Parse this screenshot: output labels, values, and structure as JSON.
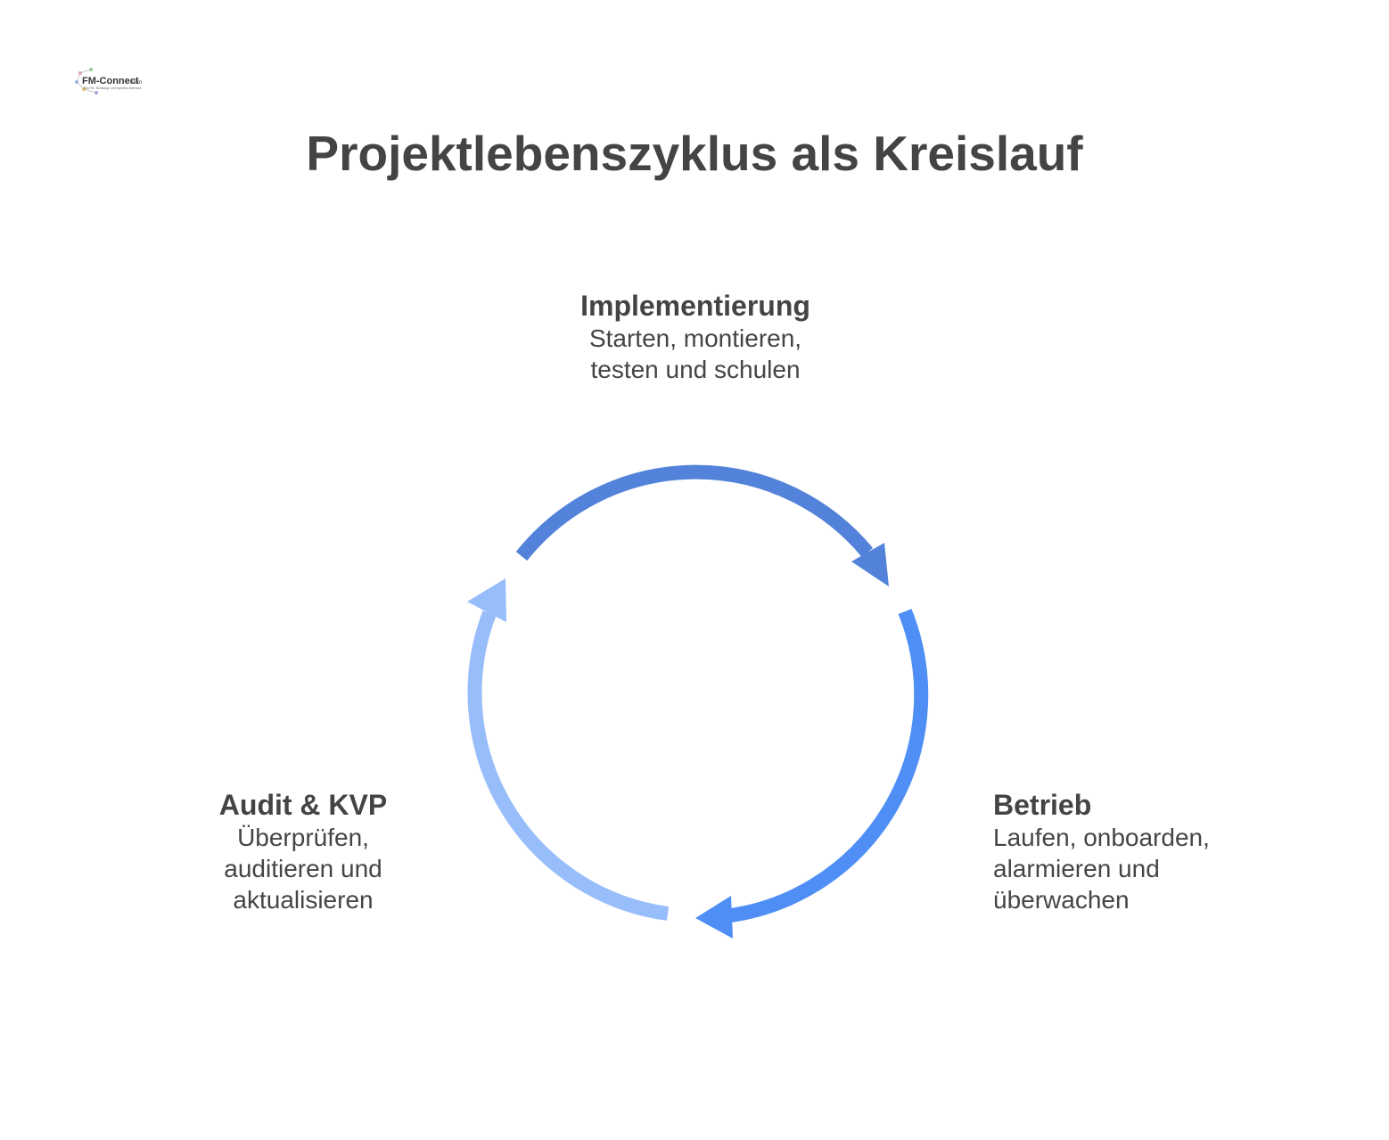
{
  "logo": {
    "text": "FM-Connect.com",
    "tagline": "Das FM-, Beratungs- und Ingenieur-Netzwerk"
  },
  "title": "Projektlebenszyklus als Kreislauf",
  "stages": {
    "implementierung": {
      "title": "Implementierung",
      "desc": [
        "Starten, montieren,",
        "testen und schulen"
      ],
      "color": "#5282d9"
    },
    "betrieb": {
      "title": "Betrieb",
      "desc": [
        "Laufen, onboarden,",
        "alarmieren und",
        "überwachen"
      ],
      "color": "#4f8ff5"
    },
    "audit": {
      "title": "Audit & KVP",
      "desc": [
        "Überprüfen,",
        "auditieren und",
        "aktualisieren"
      ],
      "color": "#97bdfb"
    }
  },
  "colors": {
    "title": "#444444",
    "text": "#454545"
  }
}
